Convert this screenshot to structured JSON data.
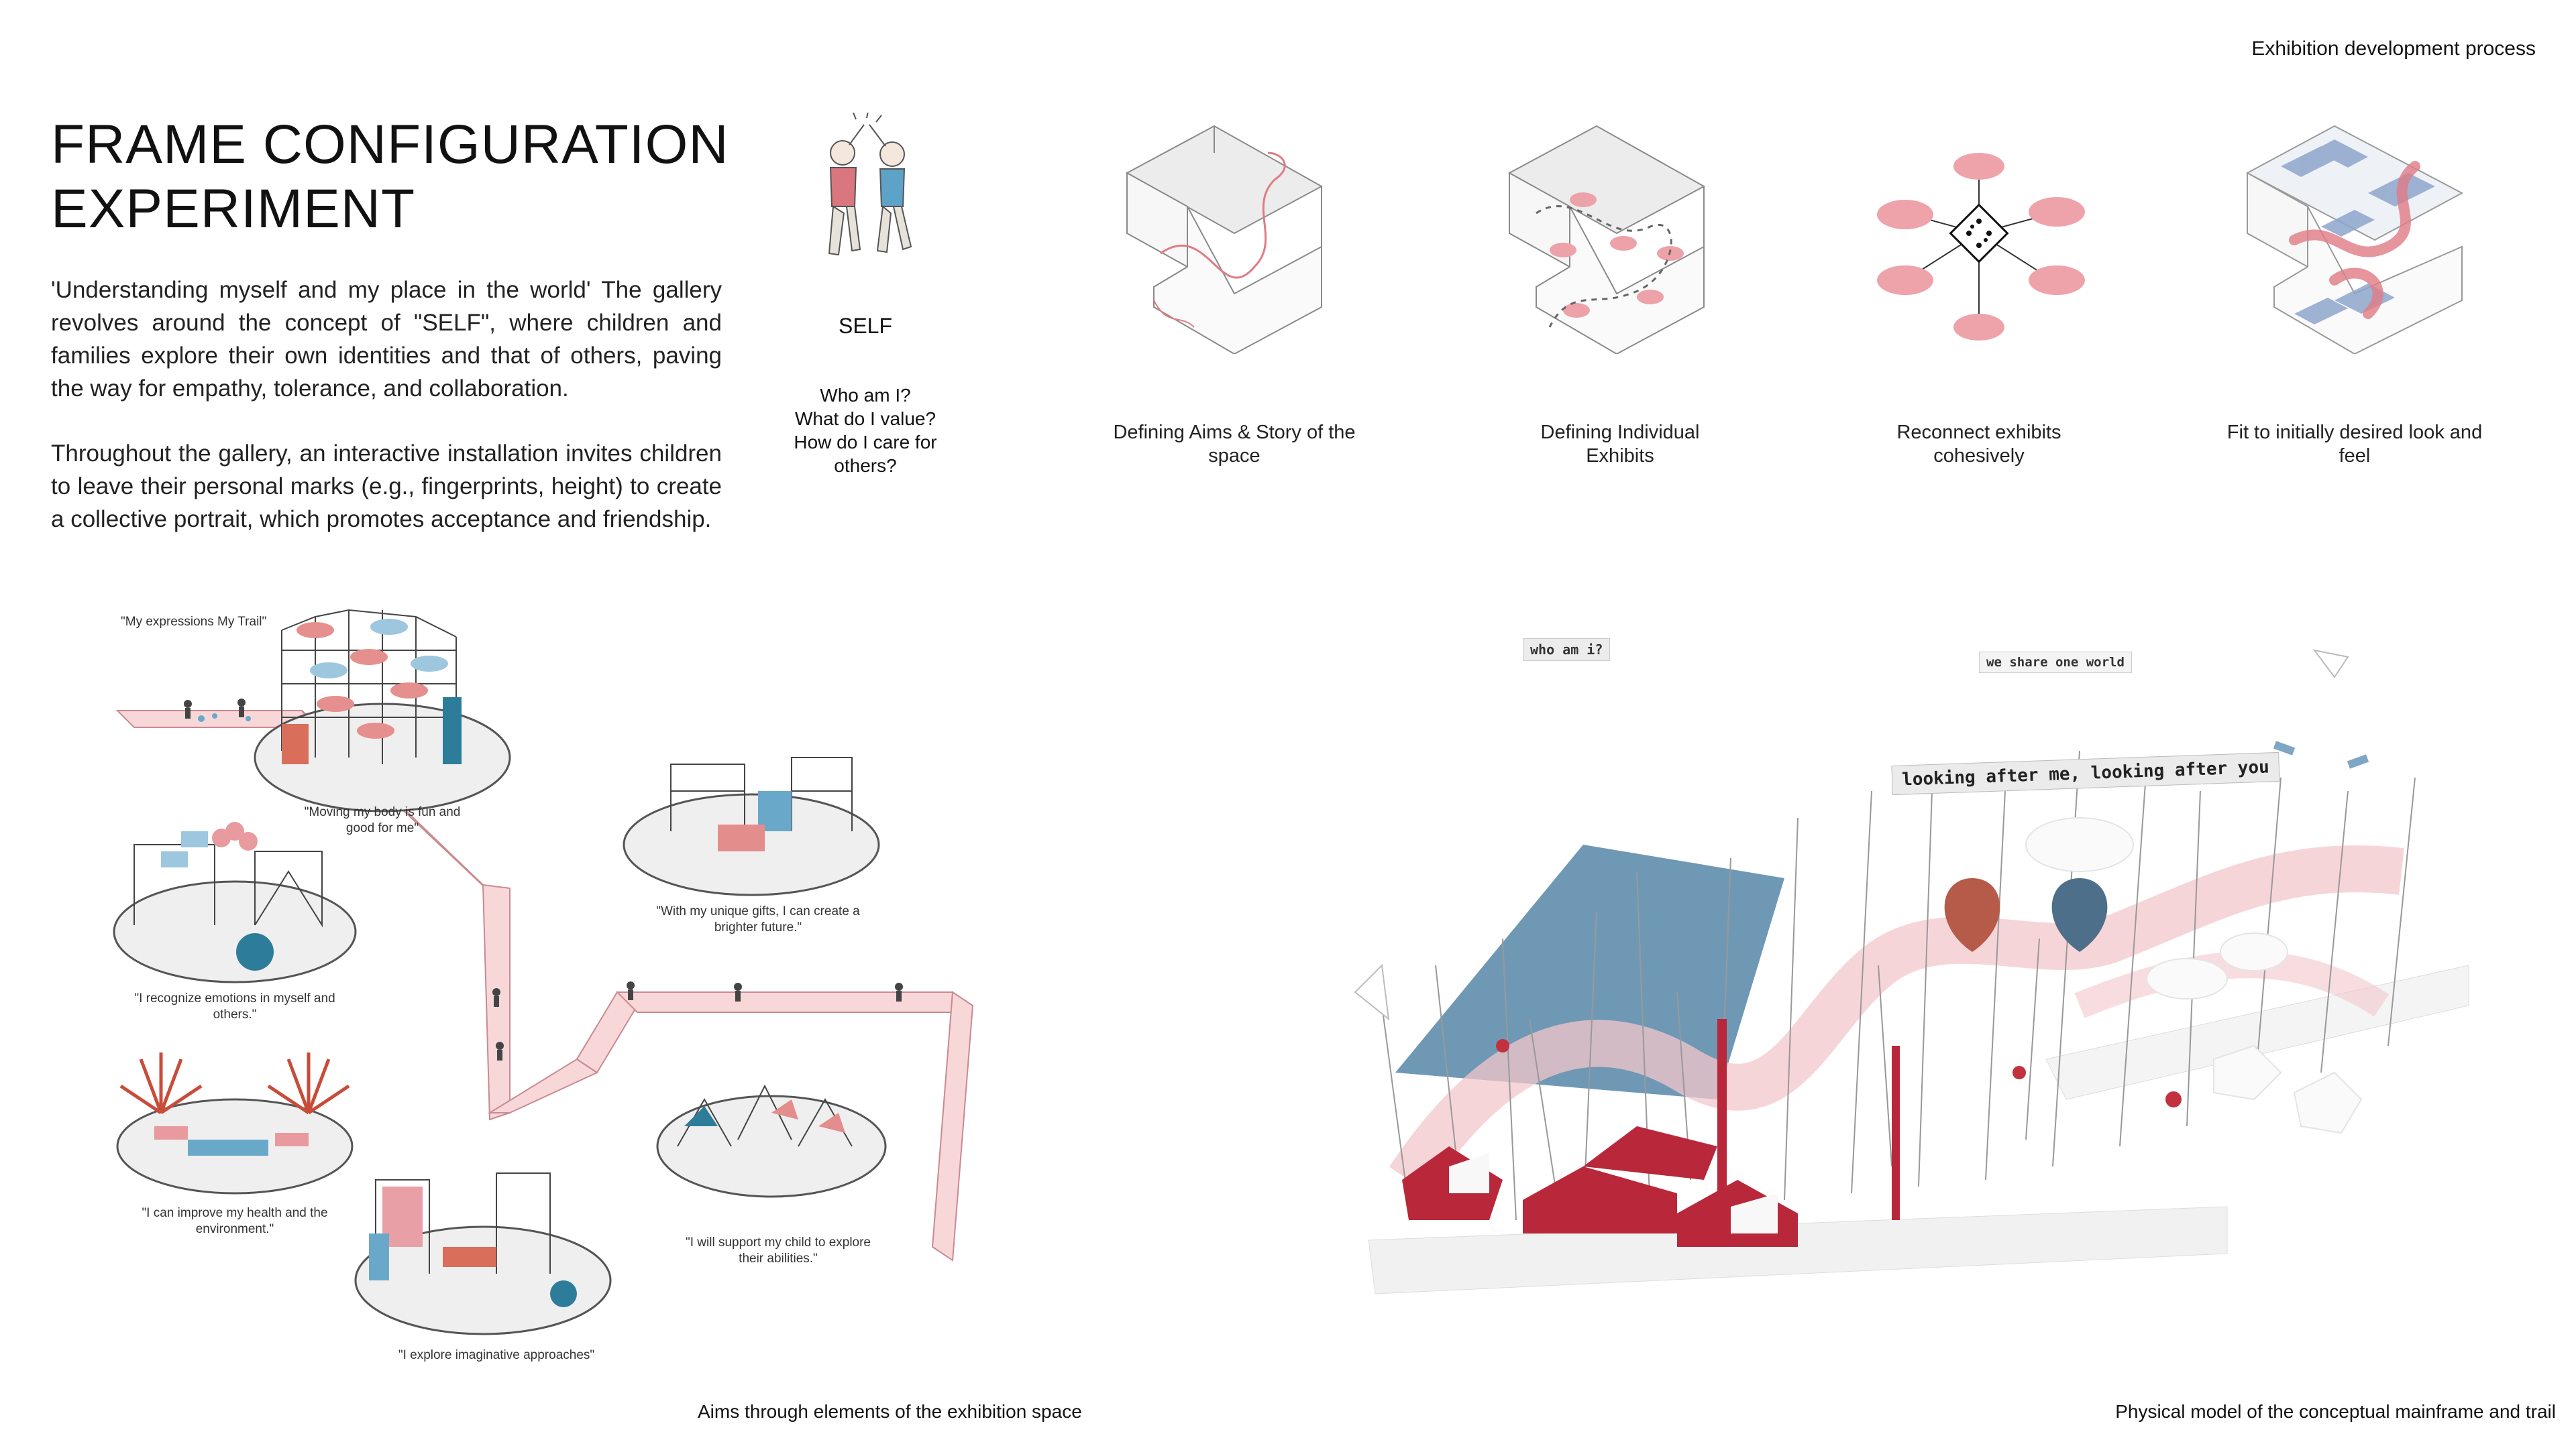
{
  "header": {
    "section_label": "Exhibition development process"
  },
  "title": {
    "line1": "FRAME CONFIGURATION",
    "line2": "EXPERIMENT"
  },
  "intro": {
    "paragraph1": "'Understanding myself and my place in the  world' The gallery revolves around the concept of \"SELF\", where children  and families explore their own identities and that of others,  paving the way for empathy, tolerance, and  collaboration.",
    "paragraph2": "Throughout the gallery, an interactive installation invites children to leave their personal marks (e.g., fingerprints, height)  to create a collective portrait, which promotes acceptance and  friendship."
  },
  "self_block": {
    "label": "SELF",
    "question1": "Who am I?",
    "question2": "What do I value?",
    "question3": "How do I care for",
    "question4": "others?"
  },
  "process_steps": [
    {
      "caption_line1": "Defining Aims & Story of the",
      "caption_line2": "space",
      "icon": "isometric-room-trail-icon"
    },
    {
      "caption_line1": "Defining Individual",
      "caption_line2": "Exhibits",
      "icon": "isometric-room-exhibits-icon"
    },
    {
      "caption_line1": "Reconnect exhibits",
      "caption_line2": "cohesively",
      "icon": "hub-network-icon"
    },
    {
      "caption_line1": "Fit to initially desired look and",
      "caption_line2": "feel",
      "icon": "isometric-layout-icon"
    }
  ],
  "gallery_sketch": {
    "quote_trail": "\"My expressions My Trail\"",
    "quote_moving_line1": "\"Moving my body is fun and",
    "quote_moving_line2": "good for me\"",
    "quote_gifts_line1": "\"With my unique gifts, I can create a",
    "quote_gifts_line2": "brighter future.\"",
    "quote_emotions_line1": "\"I recognize emotions in myself and",
    "quote_emotions_line2": "others.\"",
    "quote_health_line1": "\"I can improve my health and the",
    "quote_health_line2": "environment.\"",
    "quote_support_line1": "\"I will support my child to explore",
    "quote_support_line2": "their abilities.\"",
    "quote_imaginative": "\"I explore imaginative approaches\"",
    "caption": "Aims through elements of the exhibition space"
  },
  "physical_model": {
    "sign_who": "who am i?",
    "sign_world": "we share one world",
    "sign_looking": "looking after me, looking after you",
    "caption": "Physical model of the conceptual mainframe and trail"
  },
  "colors": {
    "accent_pink": "#e9a0a6",
    "accent_red": "#c2313d",
    "accent_blue": "#7fa6c4",
    "line_grey": "#8a8a8a"
  }
}
